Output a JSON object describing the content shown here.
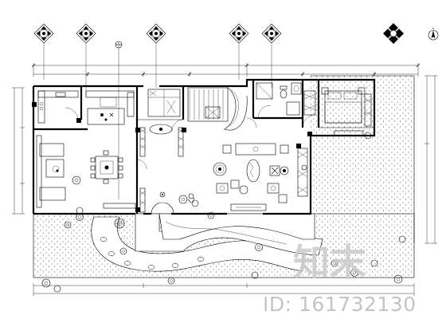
{
  "watermark": {
    "brand_text": "知末",
    "id_line": "ID: 161732130"
  },
  "plan": {
    "north_label": "N"
  },
  "colors": {
    "line": "#000000",
    "background": "#ffffff",
    "watermark": "#c9c9c9"
  }
}
